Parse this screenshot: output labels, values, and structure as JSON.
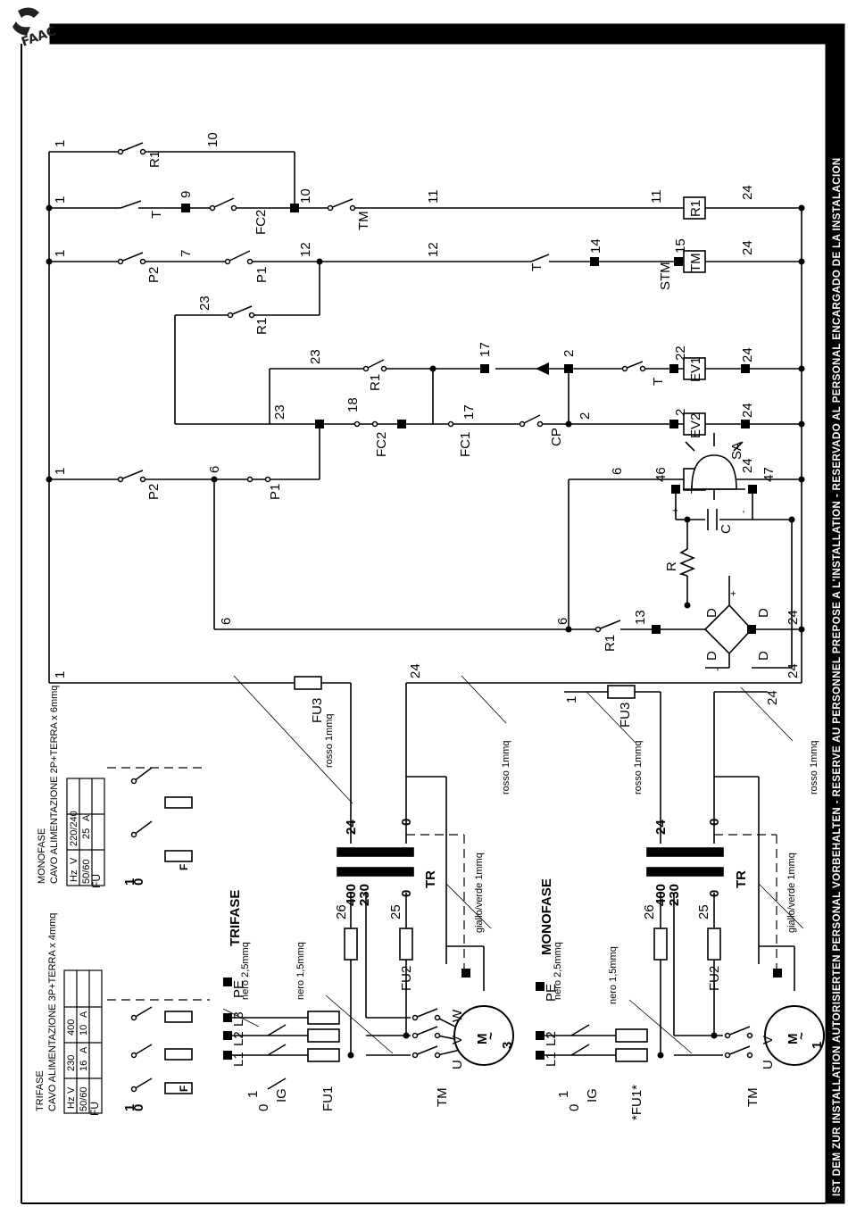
{
  "brand": {
    "logo_text": "FAAC"
  },
  "side_banner": "IST DEM ZUR INSTALLATION AUTORISIERTEN PERSONAL VORBEHALTEN - RESERVE AU PERSONNEL PREPOSE A L'INSTALLATION - RESERVADO AL PERSONAL ENCARGADO DE LA INSTALACION",
  "wire_numbers": {
    "n1": "1",
    "n2": "2",
    "n6": "6",
    "n7": "7",
    "n9": "9",
    "n10": "10",
    "n11": "11",
    "n12": "12",
    "n13": "13",
    "n14": "14",
    "n15": "15",
    "n17": "17",
    "n18": "18",
    "n22": "22",
    "n23": "23",
    "n24": "24",
    "n25": "25",
    "n26": "26",
    "n46": "46",
    "n47": "47",
    "n0": "0",
    "n400": "400",
    "n230": "230"
  },
  "components": {
    "R1": "R1",
    "T": "T",
    "FC2": "FC2",
    "FC1": "FC1",
    "TM": "TM",
    "STM": "STM",
    "P1": "P1",
    "P2": "P2",
    "CP": "CP",
    "EV1": "EV1",
    "EV2": "EV2",
    "SA": "SA",
    "R": "R",
    "C": "C",
    "D": "D",
    "FU1": "FU1",
    "FU1_star": "*FU1*",
    "FU2": "FU2",
    "FU3": "FU3",
    "TR": "TR",
    "IG": "IG",
    "F": "F",
    "M": "M",
    "plus": "+",
    "minus": "-"
  },
  "terminals": {
    "L1": "L1",
    "L2": "L2",
    "L3": "L3",
    "PE": "PE",
    "U": "U",
    "V": "V",
    "W": "W"
  },
  "motor": {
    "three_phase": "3",
    "single_phase": "1",
    "ac_symbol": "~"
  },
  "wires": {
    "rosso": "rosso 1mmq",
    "giallo_verde": "giallo/verde 1mmq",
    "nero25": "nero 2,5mmq",
    "nero15": "nero 1,5mmq"
  },
  "sections": {
    "trifase": "TRIFASE",
    "monofase": "MONOFASE"
  },
  "trifase_table": {
    "title_line1": "TRIFASE",
    "title_line2": "CAVO ALIMENTAZIONE 3P+TERRA x 4mmq",
    "row_hz": [
      "Hz",
      "V",
      "230",
      "400"
    ],
    "row_5060": [
      "50/60",
      "16",
      "A",
      "10",
      "A"
    ],
    "fu_label": "FU"
  },
  "monofase_table": {
    "title_line1": "MONOFASE",
    "title_line2": "CAVO ALIMENTAZIONE 2P+TERRA x 6mmq",
    "row_hz": [
      "Hz",
      "V",
      "220/240"
    ],
    "row_5060": [
      "50/60",
      "25",
      "A"
    ],
    "fu_label": "FU"
  },
  "switch_positions": {
    "on": "1",
    "off": "0"
  }
}
